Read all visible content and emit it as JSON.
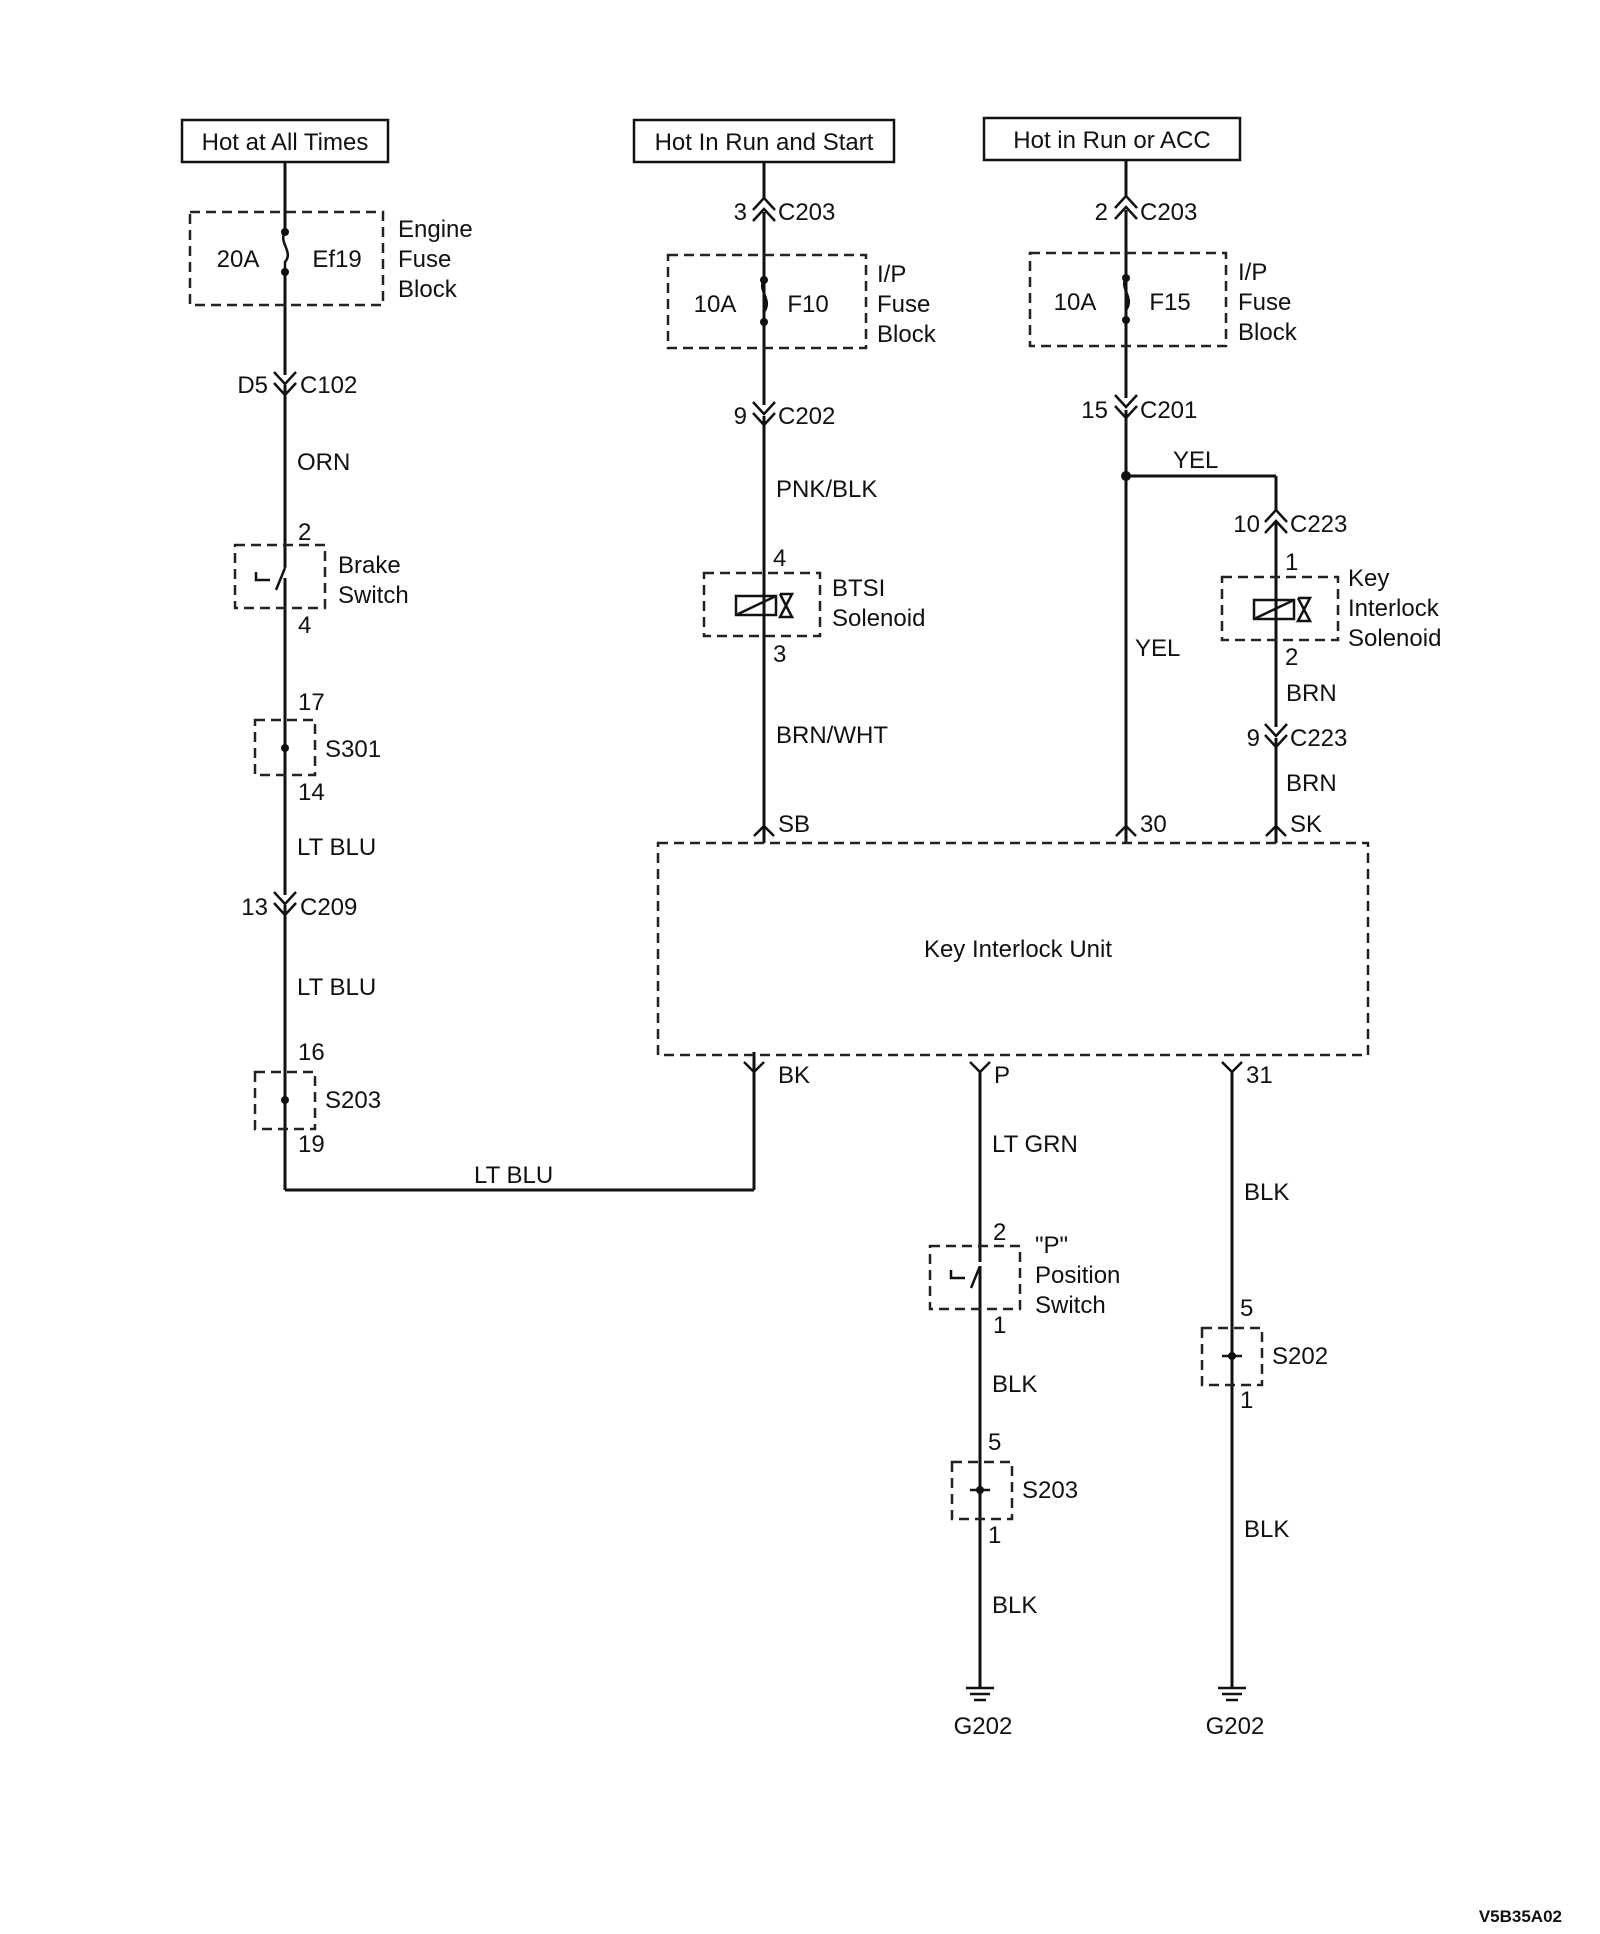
{
  "power_sources": {
    "hot_all_times": "Hot at All Times",
    "hot_run_start": "Hot In Run and Start",
    "hot_run_acc": "Hot in Run or ACC"
  },
  "fuses": {
    "ef19": {
      "rating": "20A",
      "name": "Ef19",
      "block": [
        "Engine",
        "Fuse",
        "Block"
      ]
    },
    "f10": {
      "rating": "10A",
      "name": "F10",
      "block": [
        "I/P",
        "Fuse",
        "Block"
      ]
    },
    "f15": {
      "rating": "10A",
      "name": "F15",
      "block": [
        "I/P",
        "Fuse",
        "Block"
      ]
    }
  },
  "connectors": {
    "c203_left": {
      "pin": "3",
      "name": "C203"
    },
    "c203_right": {
      "pin": "2",
      "name": "C203"
    },
    "c102": {
      "pin": "D5",
      "name": "C102"
    },
    "c202": {
      "pin": "9",
      "name": "C202"
    },
    "c201": {
      "pin": "15",
      "name": "C201"
    },
    "c223_top": {
      "pin": "10",
      "name": "C223"
    },
    "c223_bottom": {
      "pin": "9",
      "name": "C223"
    },
    "c209": {
      "pin": "13",
      "name": "C209"
    }
  },
  "wires": {
    "orn": "ORN",
    "pnk_blk": "PNK/BLK",
    "yel_top": "YEL",
    "yel_mid": "YEL",
    "brn_1": "BRN",
    "brn_2": "BRN",
    "brn_wht": "BRN/WHT",
    "lt_blu_1": "LT BLU",
    "lt_blu_2": "LT BLU",
    "lt_blu_3": "LT BLU",
    "lt_grn": "LT GRN",
    "blk_1": "BLK",
    "blk_2": "BLK",
    "blk_3": "BLK",
    "blk_4": "BLK"
  },
  "components": {
    "brake_switch": {
      "name": [
        "Brake",
        "Switch"
      ],
      "pin_top": "2",
      "pin_bottom": "4"
    },
    "btsi_solenoid": {
      "name": [
        "BTSI",
        "Solenoid"
      ],
      "pin_top": "4",
      "pin_bottom": "3"
    },
    "key_interlock_solenoid": {
      "name": [
        "Key",
        "Interlock",
        "Solenoid"
      ],
      "pin_top": "1",
      "pin_bottom": "2"
    },
    "p_position_switch": {
      "name": [
        "\"P\"",
        "Position",
        "Switch"
      ],
      "pin_top": "2",
      "pin_bottom": "1"
    },
    "key_interlock_unit": {
      "name": "Key Interlock Unit",
      "pins": {
        "sb": "SB",
        "p30": "30",
        "sk": "SK",
        "bk": "BK",
        "p": "P",
        "p31": "31"
      }
    }
  },
  "splices": {
    "s301": {
      "name": "S301",
      "pin_top": "17",
      "pin_bottom": "14"
    },
    "s203_left": {
      "name": "S203",
      "pin_top": "16",
      "pin_bottom": "19"
    },
    "s203_mid": {
      "name": "S203",
      "pin_top": "5",
      "pin_bottom": "1"
    },
    "s202": {
      "name": "S202",
      "pin_top": "5",
      "pin_bottom": "1"
    }
  },
  "grounds": {
    "g202_left": "G202",
    "g202_right": "G202"
  },
  "figure_id": "V5B35A02"
}
